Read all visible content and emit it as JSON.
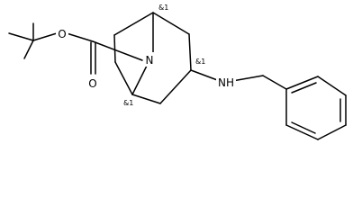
{
  "atoms": {
    "O_ether": "O",
    "O_carbonyl": "O",
    "N_bridge": "N",
    "N_amine": "NH"
  },
  "stereo": {
    "c1": "&1",
    "c3": "&1",
    "c5": "&1"
  }
}
